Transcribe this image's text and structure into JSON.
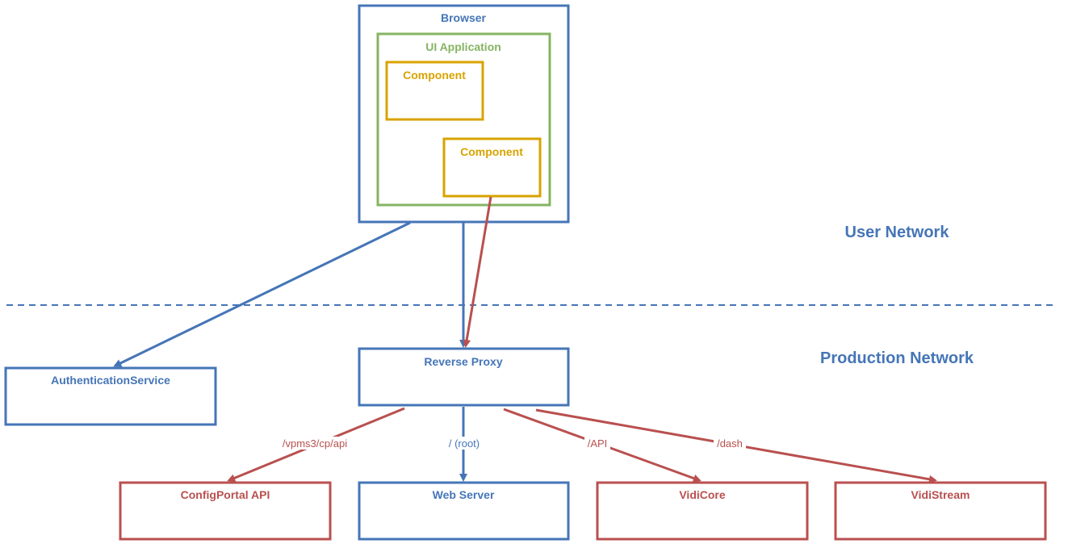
{
  "colors": {
    "blue": "#4575B7",
    "red": "#B9504F",
    "green": "#85B462",
    "orange": "#D8A300",
    "dash": "#4575B7"
  },
  "zones": {
    "user": "User Network",
    "production": "Production Network"
  },
  "nodes": {
    "browser": "Browser",
    "ui_application": "UI Application",
    "component_1": "Component",
    "component_2": "Component",
    "reverse_proxy": "Reverse Proxy",
    "auth_service": "AuthenticationService",
    "config_portal_api": "ConfigPortal API",
    "web_server": "Web Server",
    "vidicore": "VidiCore",
    "vidistream": "VidiStream"
  },
  "edges": {
    "vpms3": "/vpms3/cp/api",
    "root": "/ (root)",
    "api": "/API",
    "dash": "/dash"
  }
}
